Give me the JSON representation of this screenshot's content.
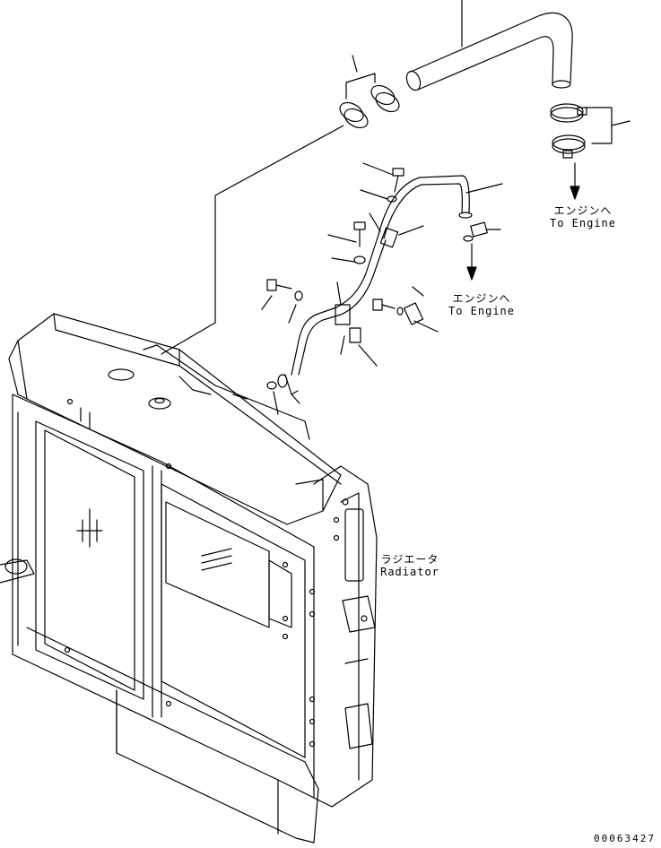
{
  "labels": {
    "to_engine_right_jp": "エンジンへ",
    "to_engine_right_en": "To Engine",
    "to_engine_mid_jp": "エンジンへ",
    "to_engine_mid_en": "To Engine",
    "radiator_jp": "ラジエータ",
    "radiator_en": "Radiator"
  },
  "drawing_code": "00063427",
  "colors": {
    "line": "#000000",
    "background": "#ffffff"
  }
}
